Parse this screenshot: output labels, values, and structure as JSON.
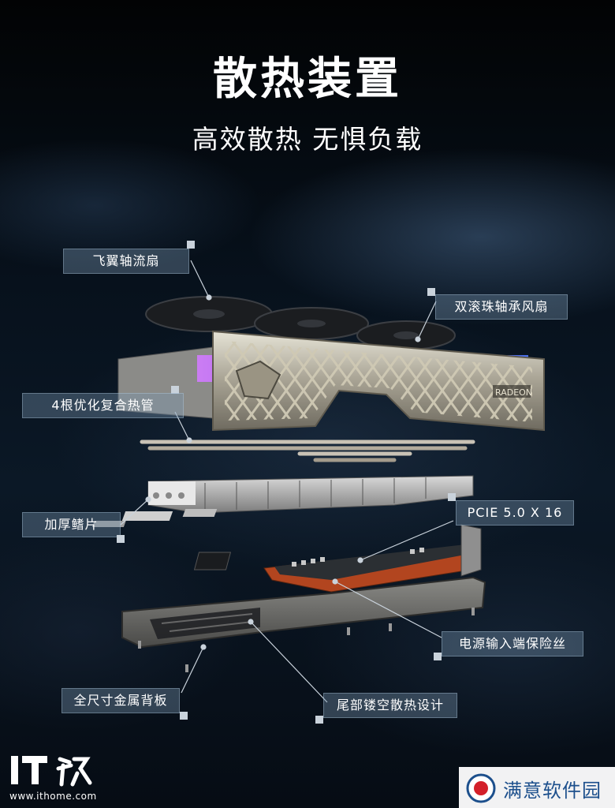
{
  "header": {
    "title": "散热装置",
    "subtitle": "高效散热 无惧负载"
  },
  "callouts": {
    "fan_blade": "飞翼轴流扇",
    "dual_ball_bearing_fan": "双滚珠轴承风扇",
    "heatpipes": "4根优化复合热管",
    "thick_fins": "加厚鳍片",
    "pcie": "PCIE 5.0 X 16",
    "power_fuse": "电源输入端保险丝",
    "backplate": "全尺寸金属背板",
    "tail_vent": "尾部镂空散热设计"
  },
  "product": {
    "shroud_text": "RADEON"
  },
  "branding": {
    "it_letters": "IT",
    "house_char": "之家",
    "site_url": "www.ithome.com",
    "watermark_text": "满意软件园"
  },
  "colors": {
    "label_bg": "#6f8aa0",
    "rgb_glow": "#b05cff",
    "background": "#05080c"
  }
}
